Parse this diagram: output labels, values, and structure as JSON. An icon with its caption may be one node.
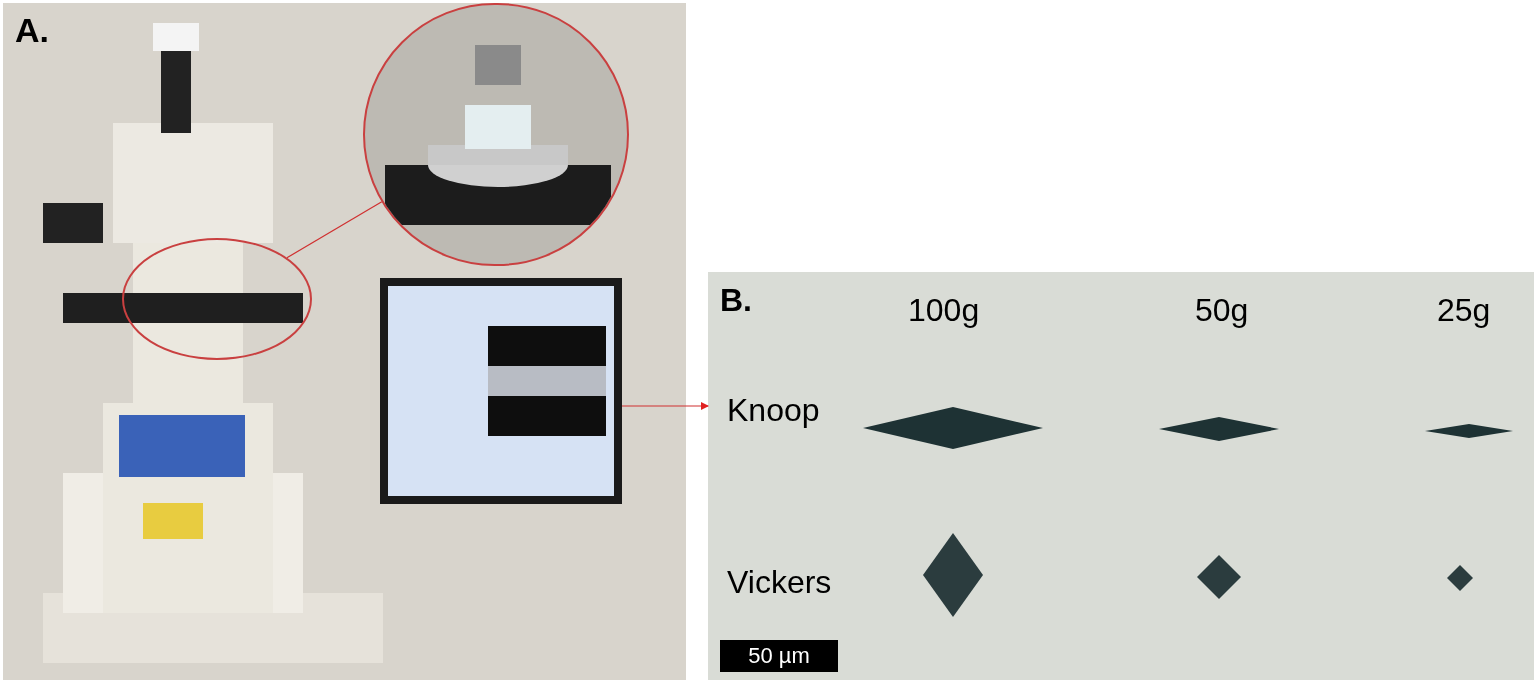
{
  "diagram": {
    "nodes": [
      {
        "text": [
          "A."
        ]
      },
      {
        "text": [],
        "shape": "circle",
        "in": 0
      },
      {
        "text": [],
        "shape": "circle",
        "in": 0
      },
      {
        "text": [],
        "shape": "picture",
        "in": 0
      },
      {
        "text": [
          "B."
        ]
      }
    ],
    "edges": [
      {
        "from": 1,
        "to": 2,
        "arrow": "none"
      },
      {
        "from": 3,
        "to": 4,
        "arrow": "to"
      }
    ],
    "labels": [
      "100g",
      "50g",
      "25g",
      "Knoop",
      "Vickers",
      "50 µm"
    ]
  }
}
